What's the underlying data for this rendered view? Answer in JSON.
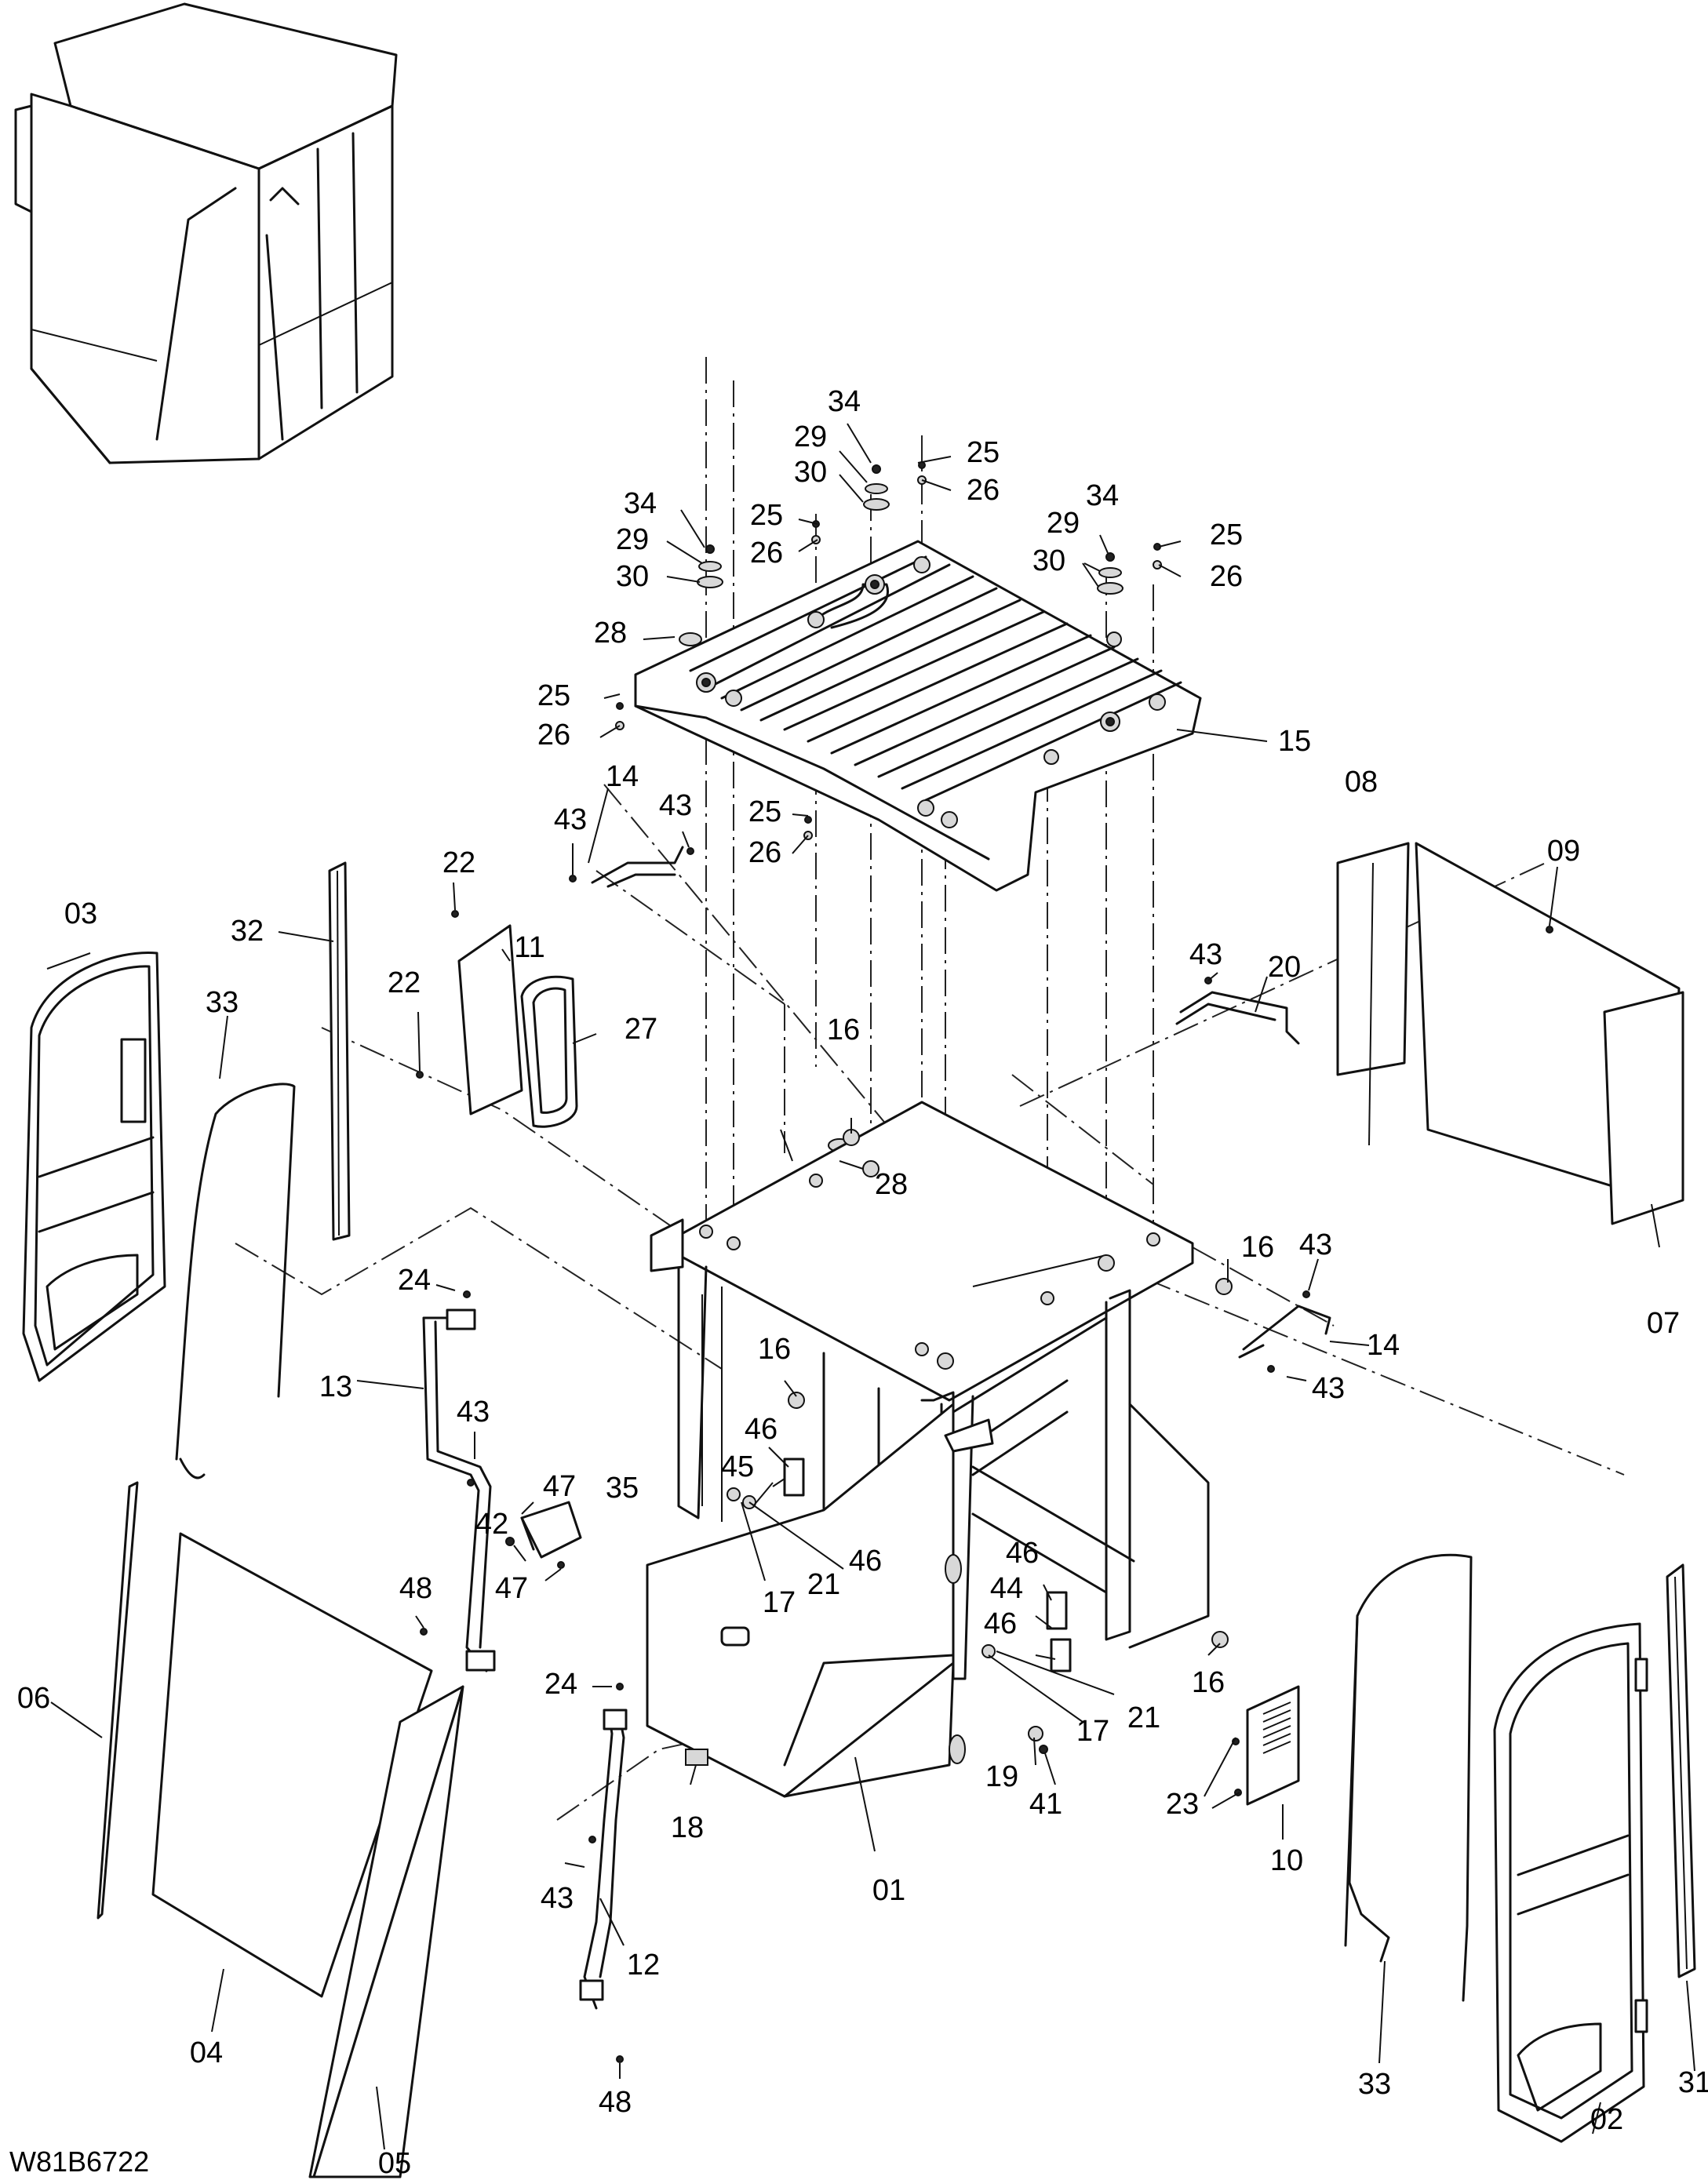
{
  "drawing_code": "W81B6722",
  "labels": {
    "p01": "01",
    "p02": "02",
    "p03": "03",
    "p04": "04",
    "p05": "05",
    "p06": "06",
    "p07": "07",
    "p08": "08",
    "p09": "09",
    "p10": "10",
    "p11": "11",
    "p12": "12",
    "p13": "13",
    "p14a": "14",
    "p14b": "14",
    "p15": "15",
    "p16a": "16",
    "p16b": "16",
    "p16c": "16",
    "p16d": "16",
    "p17a": "17",
    "p17b": "17",
    "p18": "18",
    "p19": "19",
    "p20": "20",
    "p21a": "21",
    "p21b": "21",
    "p22a": "22",
    "p22b": "22",
    "p23": "23",
    "p24a": "24",
    "p24b": "24",
    "p25a": "25",
    "p25b": "25",
    "p25c": "25",
    "p25d": "25",
    "p25e": "25",
    "p26a": "26",
    "p26b": "26",
    "p26c": "26",
    "p26d": "26",
    "p26e": "26",
    "p27": "27",
    "p28a": "28",
    "p28b": "28",
    "p29a": "29",
    "p29b": "29",
    "p29c": "29",
    "p30a": "30",
    "p30b": "30",
    "p30c": "30",
    "p31": "31",
    "p32": "32",
    "p33a": "33",
    "p33b": "33",
    "p34a": "34",
    "p34b": "34",
    "p34c": "34",
    "p35": "35",
    "p41": "41",
    "p42": "42",
    "p43a": "43",
    "p43b": "43",
    "p43c": "43",
    "p43d": "43",
    "p43e": "43",
    "p43f": "43",
    "p43g": "43",
    "p44": "44",
    "p45": "45",
    "p46a": "46",
    "p46b": "46",
    "p46c": "46",
    "p46d": "46",
    "p47a": "47",
    "p47b": "47",
    "p48a": "48",
    "p48b": "48"
  }
}
